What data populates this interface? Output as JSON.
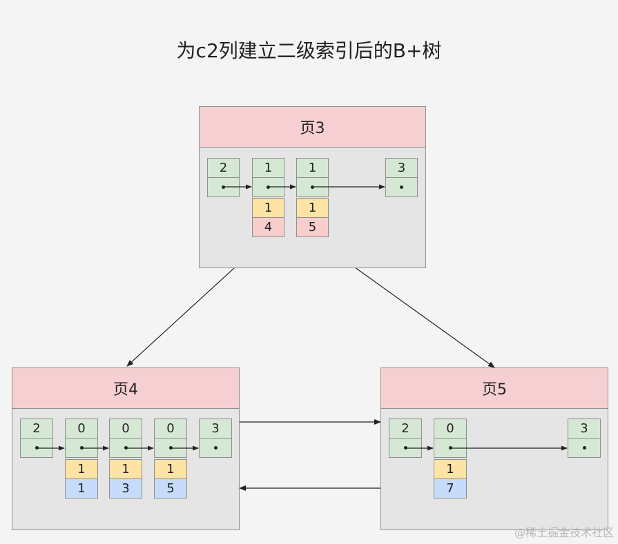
{
  "title": "为c2列建立二级索引后的B+树",
  "watermark": "@稀土掘金技术社区",
  "pages": {
    "page3": {
      "label": "页3",
      "records": [
        {
          "c2": "2"
        },
        {
          "c2": "1",
          "c3": "1",
          "c1": "4"
        },
        {
          "c2": "1",
          "c3": "1",
          "c1": "5"
        },
        {
          "c2": "3"
        }
      ]
    },
    "page4": {
      "label": "页4",
      "records": [
        {
          "c2": "2"
        },
        {
          "c2": "0",
          "c3": "1",
          "c1": "1"
        },
        {
          "c2": "0",
          "c3": "1",
          "c1": "3"
        },
        {
          "c2": "0",
          "c3": "1",
          "c1": "5"
        },
        {
          "c2": "3"
        }
      ]
    },
    "page5": {
      "label": "页5",
      "records": [
        {
          "c2": "2"
        },
        {
          "c2": "0",
          "c3": "1",
          "c1": "7"
        },
        {
          "c2": "3"
        }
      ]
    }
  },
  "colors": {
    "page_background": "#e5e5e5",
    "page_header": "#f5cfd1",
    "key_cell": "#d5e8d4",
    "c3_cell": "#fde3a4",
    "page_pointer_cell": "#f8cecc",
    "primary_key_cell": "#c6dcfa"
  }
}
